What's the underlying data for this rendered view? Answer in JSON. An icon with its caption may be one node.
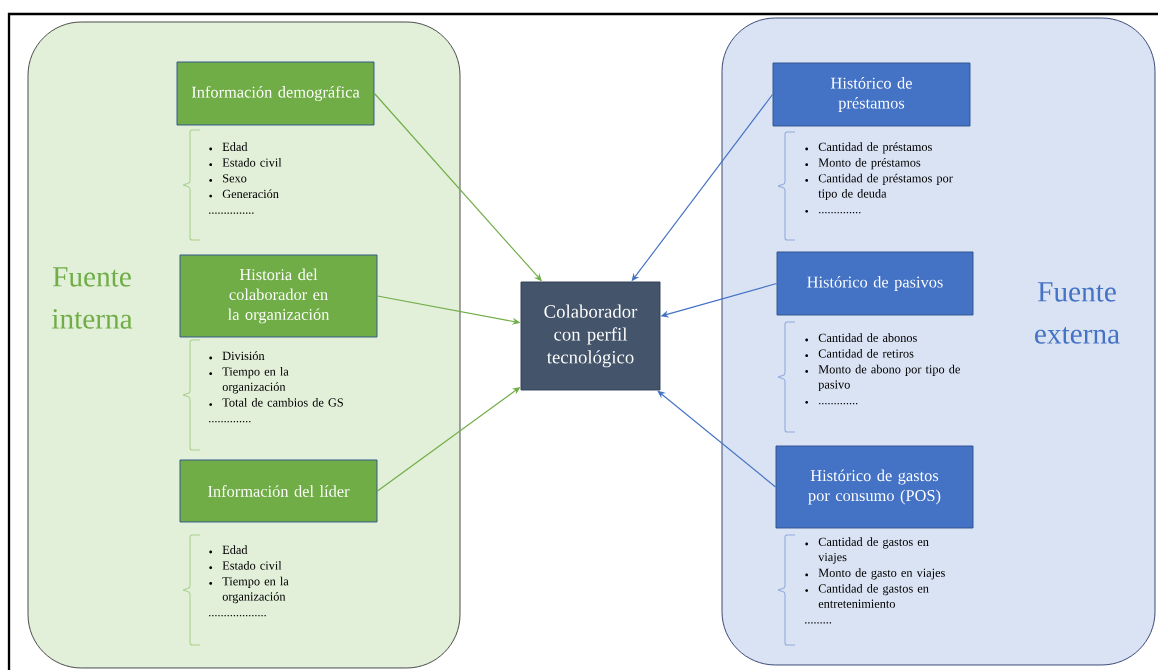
{
  "diagram": {
    "nodes": [
      {
        "text": [
          "Fuente interna"
        ]
      },
      {
        "text": [
          "Información demográfica"
        ],
        "in": 0,
        "beside": [
          "Edad",
          "Estado civil",
          "Sexo",
          "Generación",
          "..............."
        ]
      },
      {
        "text": [
          "Historia del colaborador en la organización"
        ],
        "in": 0,
        "beside": [
          "División",
          "Tiempo en la organización",
          "Total de cambios de GS",
          ".............."
        ]
      },
      {
        "text": [
          "Información del líder"
        ],
        "in": 0,
        "beside": [
          "Edad",
          "Estado civil",
          "Tiempo en la organización",
          "..................."
        ]
      },
      {
        "text": [
          "Colaborador con perfil tecnológico"
        ]
      },
      {
        "text": [
          "Fuente externa"
        ]
      },
      {
        "text": [
          "Histórico de préstamos"
        ],
        "in": 5,
        "beside": [
          "Cantidad de préstamos",
          "Monto de préstamos",
          "Cantidad de préstamos por tipo de deuda",
          ".............."
        ]
      },
      {
        "text": [
          "Histórico de pasivos"
        ],
        "in": 5,
        "beside": [
          "Cantidad de abonos",
          "Cantidad de retiros",
          "Monto de abono por tipo de pasivo",
          "............."
        ]
      },
      {
        "text": [
          "Histórico de gastos por consumo (POS)"
        ],
        "in": 5,
        "beside": [
          "Cantidad de gastos en viajes",
          "Monto de gasto en viajes",
          "Cantidad de gastos en entretenimiento",
          "........."
        ]
      }
    ],
    "edges": [
      {
        "from": 1,
        "to": 4,
        "arrow": "to",
        "color": "#70ad47"
      },
      {
        "from": 2,
        "to": 4,
        "arrow": "to",
        "color": "#70ad47"
      },
      {
        "from": 3,
        "to": 4,
        "arrow": "to",
        "color": "#70ad47"
      },
      {
        "from": 6,
        "to": 4,
        "arrow": "to",
        "color": "#4472c4"
      },
      {
        "from": 7,
        "to": 4,
        "arrow": "to",
        "color": "#4472c4"
      },
      {
        "from": 8,
        "to": 4,
        "arrow": "to",
        "color": "#4472c4"
      }
    ]
  }
}
